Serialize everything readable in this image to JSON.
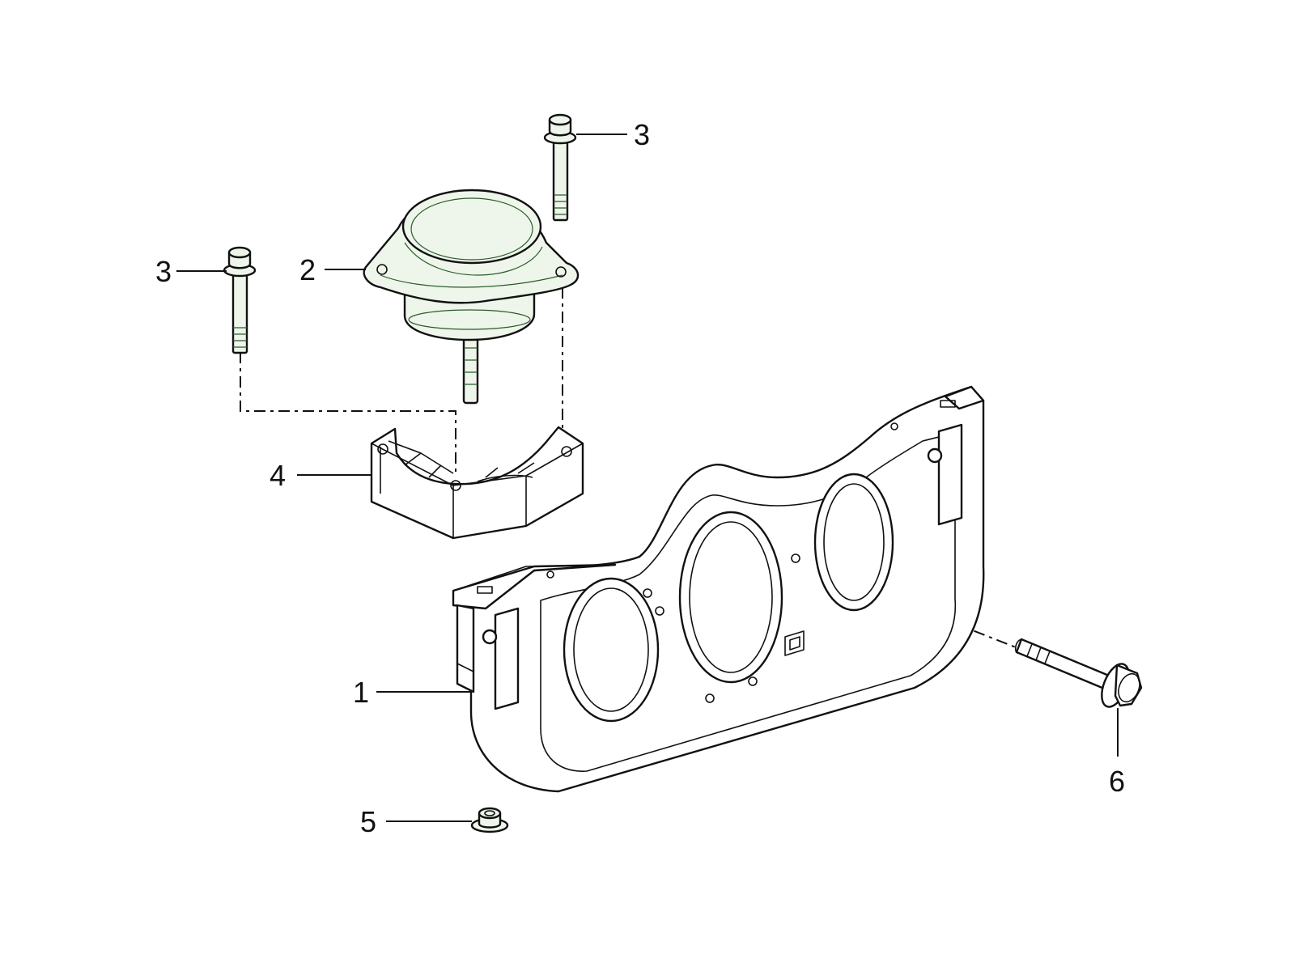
{
  "diagram": {
    "callouts": [
      {
        "id": "c1",
        "label": "1",
        "part": "crossmember"
      },
      {
        "id": "c2",
        "label": "2",
        "part": "engine-mount"
      },
      {
        "id": "c3a",
        "label": "3",
        "part": "mount-bolt-left"
      },
      {
        "id": "c3b",
        "label": "3",
        "part": "mount-bolt-right"
      },
      {
        "id": "c4",
        "label": "4",
        "part": "mount-bracket"
      },
      {
        "id": "c5",
        "label": "5",
        "part": "flange-nut"
      },
      {
        "id": "c6",
        "label": "6",
        "part": "crossmember-bolt"
      }
    ],
    "colors": {
      "line": "#111111",
      "highlight_fill": "#eef5ea",
      "highlight_line": "#2a5a2a",
      "background": "#ffffff"
    }
  }
}
